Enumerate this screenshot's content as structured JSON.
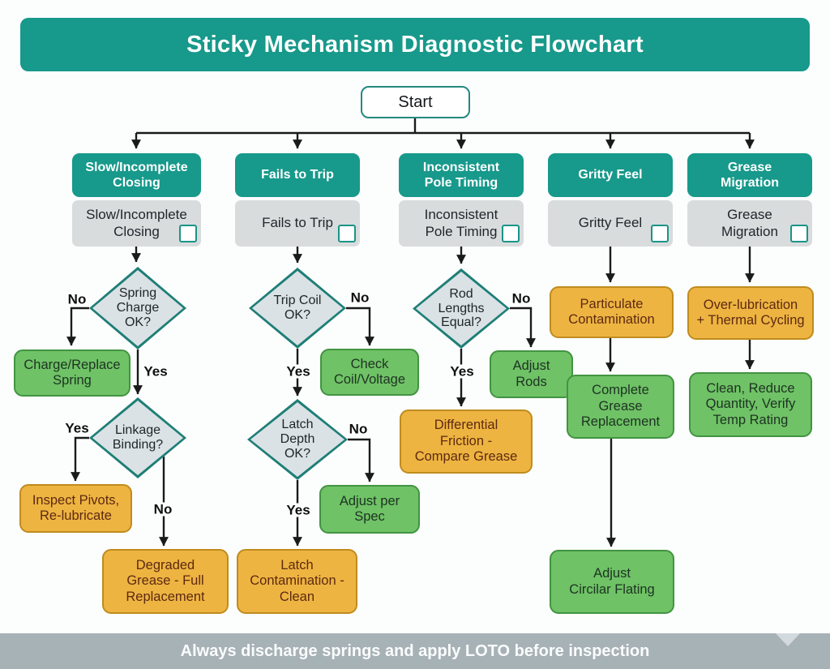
{
  "title": "Sticky Mechanism Diagnostic Flowchart",
  "footer": {
    "text": "Always discharge springs and apply LOTO before inspection"
  },
  "labels": {
    "yes": "Yes",
    "no": "No"
  },
  "checklist_checked": false,
  "nodes": {
    "start": "Start",
    "col1_header": "Slow/Incomplete\nClosing",
    "col1_check": "Slow/Incomplete\nClosing",
    "col2_header": "Fails to Trip",
    "col2_check": "Fails to Trip",
    "col3_header": "Inconsistent\nPole Timing",
    "col3_check": "Inconsistent\nPole Timing",
    "col4_header": "Gritty Feel",
    "col4_check": "Gritty Feel",
    "col5_header": "Grease\nMigration",
    "col5_check": "Grease\nMigration",
    "d_spring": "Spring\nCharge\nOK?",
    "a_charge_spring": "Charge/Replace\nSpring",
    "d_linkage": "Linkage\nBinding?",
    "a_inspect_pivots": "Inspect Pivots,\nRe-lubricate",
    "a_degraded_grease": "Degraded\nGrease - Full\nReplacement",
    "d_trip_coil": "Trip Coil\nOK?",
    "a_check_coil": "Check\nCoil/Voltage",
    "d_latch_depth": "Latch\nDepth\nOK?",
    "a_adjust_spec": "Adjust per\nSpec",
    "a_latch_contamination": "Latch\nContamination -\nClean",
    "d_rod_lengths": "Rod\nLengths\nEqual?",
    "a_adjust_rods": "Adjust\nRods",
    "a_diff_friction": "Differential\nFriction -\nCompare Grease",
    "a_particulate": "Particulate\nContamination",
    "a_complete_grease": "Complete\nGrease\nReplacement",
    "a_adjust_circular": "Adjust\nCircilar Flating",
    "a_over_lube": "Over-lubrication\n+ Thermal Cycling",
    "a_clean_reduce": "Clean, Reduce\nQuantity, Verify\nTemp Rating"
  },
  "colors": {
    "teal": "#17998b",
    "start_border": "#25897e",
    "gray_box": "#d8dcdd",
    "diamond_fill": "#dae2e5",
    "diamond_border": "#1e7e76",
    "green_fill": "#6fc266",
    "green_border": "#429441",
    "green_text": "#1d3322",
    "orange_fill": "#eeb441",
    "orange_border": "#bf8c1e",
    "orange_text": "#5d2a12",
    "checkbox_border": "#1a9488",
    "footer_bg": "#a7b2b7",
    "footer_triangle": "#d3dadd",
    "line": "#1a1a1a",
    "text": "#20262a"
  }
}
